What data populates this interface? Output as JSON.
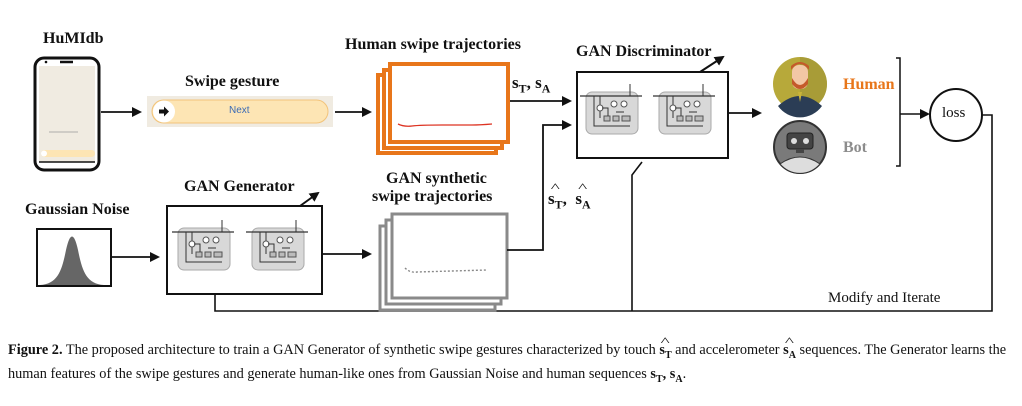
{
  "figure": {
    "labels": {
      "humidb": "HuMIdb",
      "swipe_gesture": "Swipe gesture",
      "swipe_button_text": "Next",
      "human_trajectories": "Human swipe trajectories",
      "real_sequences": "sT, sA",
      "real_s": "s",
      "sub_T": "T",
      "sub_A": "A",
      "gan_discriminator": "GAN Discriminator",
      "gaussian_noise": "Gaussian Noise",
      "gan_generator": "GAN Generator",
      "synthetic_line1": "GAN synthetic",
      "synthetic_line2": "swipe trajectories",
      "human_class": "Human",
      "bot_class": "Bot",
      "loss": "loss",
      "modify_iterate": "Modify and Iterate"
    },
    "colors": {
      "human_orange": "#e8761a",
      "bot_gray": "#8c8c8c",
      "synthetic_gray": "#8a8a8a",
      "swipe_bar_fill": "#fde5b4"
    }
  },
  "caption": {
    "figure_label": "Figure 2.",
    "text_part1": " The proposed architecture to train a GAN Generator of synthetic swipe gestures characterized by touch ",
    "text_part2": " and accelerometer ",
    "text_part3": " sequences. The Generator learns the human features of the swipe gestures and generate human-like ones from Gaussian Noise and human sequences ",
    "text_end": "."
  }
}
